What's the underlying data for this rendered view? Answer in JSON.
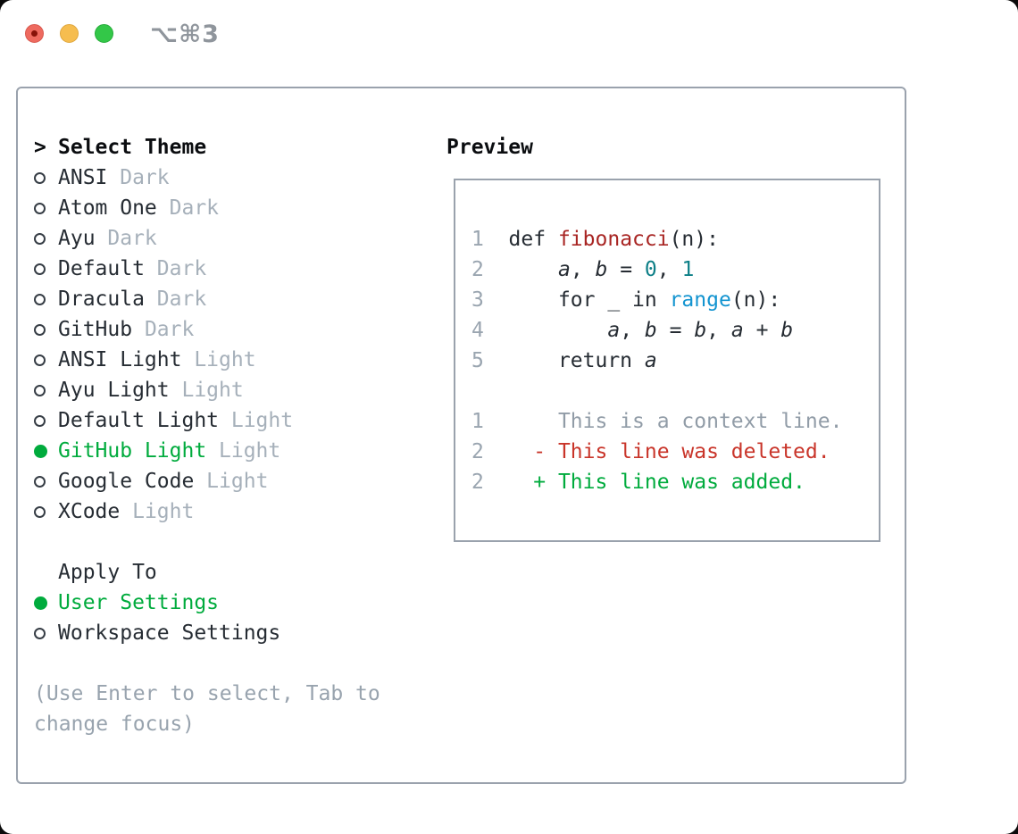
{
  "window": {
    "title": "⌥⌘3",
    "traffic_lights": [
      {
        "name": "close",
        "color": "#ee6a5f"
      },
      {
        "name": "minimize",
        "color": "#f6bd4f"
      },
      {
        "name": "zoom",
        "color": "#33c748"
      }
    ]
  },
  "colors": {
    "accent_green": "#00ab3d",
    "deleted_red": "#c9352a",
    "function_red": "#a82523",
    "builtin_blue": "#1394d0",
    "literal_teal": "#0d7f87",
    "muted_gray": "#a6b0ba",
    "panel_border": "#9aa2ad",
    "text_dark": "#262c33"
  },
  "theme_picker": {
    "header_marker": ">",
    "header": "Select Theme",
    "items": [
      {
        "name": "ANSI",
        "variant": "Dark",
        "selected": false
      },
      {
        "name": "Atom One",
        "variant": "Dark",
        "selected": false
      },
      {
        "name": "Ayu",
        "variant": "Dark",
        "selected": false
      },
      {
        "name": "Default",
        "variant": "Dark",
        "selected": false
      },
      {
        "name": "Dracula",
        "variant": "Dark",
        "selected": false
      },
      {
        "name": "GitHub",
        "variant": "Dark",
        "selected": false
      },
      {
        "name": "ANSI Light",
        "variant": "Light",
        "selected": false
      },
      {
        "name": "Ayu Light",
        "variant": "Light",
        "selected": false
      },
      {
        "name": "Default Light",
        "variant": "Light",
        "selected": false
      },
      {
        "name": "GitHub Light",
        "variant": "Light",
        "selected": true
      },
      {
        "name": "Google Code",
        "variant": "Light",
        "selected": false
      },
      {
        "name": "XCode",
        "variant": "Light",
        "selected": false
      }
    ]
  },
  "apply_to": {
    "header": "Apply To",
    "options": [
      {
        "label": "User Settings",
        "selected": true
      },
      {
        "label": "Workspace Settings",
        "selected": false
      }
    ]
  },
  "help": {
    "lines": [
      "(Use Enter to select, Tab to",
      "change focus)"
    ]
  },
  "preview": {
    "title": "Preview",
    "lines": [
      [
        {
          "t": "1",
          "c": "num"
        },
        {
          "t": "  def ",
          "c": "code"
        },
        {
          "t": "fibonacci",
          "c": "fn"
        },
        {
          "t": "(n):",
          "c": "code"
        }
      ],
      [
        {
          "t": "2",
          "c": "num"
        },
        {
          "t": "      ",
          "c": "code"
        },
        {
          "t": "a",
          "c": "var"
        },
        {
          "t": ", ",
          "c": "code"
        },
        {
          "t": "b",
          "c": "var"
        },
        {
          "t": " = ",
          "c": "code"
        },
        {
          "t": "0",
          "c": "lit"
        },
        {
          "t": ", ",
          "c": "code"
        },
        {
          "t": "1",
          "c": "lit"
        }
      ],
      [
        {
          "t": "3",
          "c": "num"
        },
        {
          "t": "      for _ in ",
          "c": "code"
        },
        {
          "t": "range",
          "c": "bi"
        },
        {
          "t": "(n):",
          "c": "code"
        }
      ],
      [
        {
          "t": "4",
          "c": "num"
        },
        {
          "t": "          ",
          "c": "code"
        },
        {
          "t": "a",
          "c": "var"
        },
        {
          "t": ", ",
          "c": "code"
        },
        {
          "t": "b",
          "c": "var"
        },
        {
          "t": " = ",
          "c": "code"
        },
        {
          "t": "b",
          "c": "var"
        },
        {
          "t": ", ",
          "c": "code"
        },
        {
          "t": "a",
          "c": "var"
        },
        {
          "t": " + ",
          "c": "code"
        },
        {
          "t": "b",
          "c": "var"
        }
      ],
      [
        {
          "t": "5",
          "c": "num"
        },
        {
          "t": "      return ",
          "c": "code"
        },
        {
          "t": "a",
          "c": "var"
        }
      ],
      [],
      [
        {
          "t": "1",
          "c": "num"
        },
        {
          "t": "      This is a context line.",
          "c": "ctx"
        }
      ],
      [
        {
          "t": "2",
          "c": "num"
        },
        {
          "t": "    - This line was deleted.",
          "c": "del"
        }
      ],
      [
        {
          "t": "2",
          "c": "num"
        },
        {
          "t": "    + This line was added.",
          "c": "add"
        }
      ]
    ]
  }
}
